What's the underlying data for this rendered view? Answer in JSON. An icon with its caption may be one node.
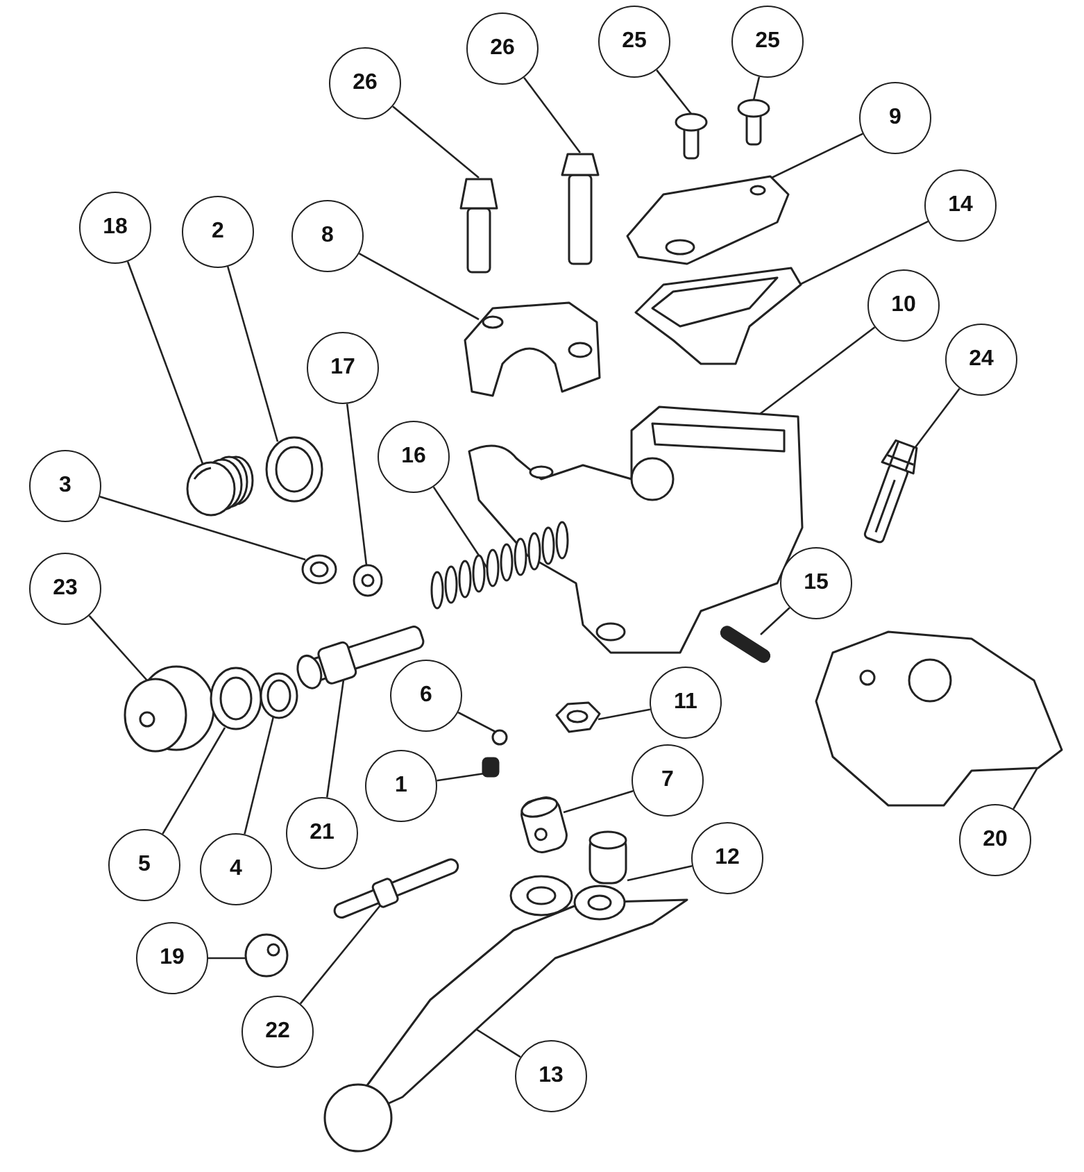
{
  "diagram": {
    "nodes": [
      {
        "text": [
          "25"
        ]
      },
      {
        "text": [],
        "shape": "picture"
      },
      {
        "text": [
          "25"
        ]
      },
      {
        "text": [],
        "shape": "picture"
      },
      {
        "text": [
          "26"
        ]
      },
      {
        "text": [],
        "shape": "picture"
      },
      {
        "text": [
          "26"
        ]
      },
      {
        "text": [],
        "shape": "picture"
      },
      {
        "text": [
          "9"
        ]
      },
      {
        "text": [],
        "shape": "picture"
      },
      {
        "text": [
          "14"
        ]
      },
      {
        "text": [],
        "shape": "picture"
      },
      {
        "text": [
          "8"
        ]
      },
      {
        "text": [],
        "shape": "picture"
      },
      {
        "text": [
          "18"
        ]
      },
      {
        "text": [],
        "shape": "picture"
      },
      {
        "text": [
          "2"
        ]
      },
      {
        "text": [],
        "shape": "picture"
      },
      {
        "text": [
          "10"
        ]
      },
      {
        "text": [],
        "shape": "picture"
      },
      {
        "text": [
          "24"
        ]
      },
      {
        "text": [],
        "shape": "picture"
      },
      {
        "text": [
          "17"
        ]
      },
      {
        "text": [],
        "shape": "picture"
      },
      {
        "text": [
          "16"
        ]
      },
      {
        "text": [],
        "shape": "picture"
      },
      {
        "text": [
          "3"
        ]
      },
      {
        "text": [],
        "shape": "picture"
      },
      {
        "text": [
          "15"
        ]
      },
      {
        "text": [],
        "shape": "bar"
      },
      {
        "text": [
          "23"
        ]
      },
      {
        "text": [],
        "shape": "picture"
      },
      {
        "text": [
          "6"
        ]
      },
      {
        "text": [],
        "shape": "circle"
      },
      {
        "text": [
          "11"
        ]
      },
      {
        "text": [],
        "shape": "picture"
      },
      {
        "text": [
          "1"
        ]
      },
      {
        "text": [],
        "shape": "box"
      },
      {
        "text": [
          "7"
        ]
      },
      {
        "text": [],
        "shape": "picture"
      },
      {
        "text": [
          "21"
        ]
      },
      {
        "text": [],
        "shape": "picture"
      },
      {
        "text": [
          "5"
        ]
      },
      {
        "text": [],
        "shape": "picture"
      },
      {
        "text": [
          "4"
        ]
      },
      {
        "text": [],
        "shape": "picture"
      },
      {
        "text": [
          "20"
        ]
      },
      {
        "text": [],
        "shape": "picture"
      },
      {
        "text": [
          "12"
        ]
      },
      {
        "text": [],
        "shape": "picture"
      },
      {
        "text": [
          "19"
        ]
      },
      {
        "text": [],
        "shape": "picture"
      },
      {
        "text": [
          "22"
        ]
      },
      {
        "text": [],
        "shape": "picture"
      },
      {
        "text": [
          "13"
        ]
      },
      {
        "text": [],
        "shape": "picture"
      }
    ],
    "edges": [
      {
        "from": 0,
        "to": 1,
        "arrow": "none"
      },
      {
        "from": 2,
        "to": 3,
        "arrow": "none"
      },
      {
        "from": 4,
        "to": 5,
        "arrow": "none"
      },
      {
        "from": 6,
        "to": 7,
        "arrow": "none"
      },
      {
        "from": 8,
        "to": 9,
        "arrow": "none"
      },
      {
        "from": 10,
        "to": 11,
        "arrow": "none"
      },
      {
        "from": 12,
        "to": 13,
        "arrow": "none"
      },
      {
        "from": 14,
        "to": 15,
        "arrow": "none"
      },
      {
        "from": 16,
        "to": 17,
        "arrow": "none"
      },
      {
        "from": 18,
        "to": 19,
        "arrow": "none"
      },
      {
        "from": 20,
        "to": 21,
        "arrow": "none"
      },
      {
        "from": 22,
        "to": 23,
        "arrow": "none"
      },
      {
        "from": 24,
        "to": 25,
        "arrow": "none"
      },
      {
        "from": 26,
        "to": 27,
        "arrow": "none"
      },
      {
        "from": 28,
        "to": 29,
        "arrow": "none"
      },
      {
        "from": 30,
        "to": 31,
        "arrow": "none"
      },
      {
        "from": 32,
        "to": 33,
        "arrow": "none"
      },
      {
        "from": 34,
        "to": 35,
        "arrow": "none"
      },
      {
        "from": 36,
        "to": 37,
        "arrow": "none"
      },
      {
        "from": 38,
        "to": 39,
        "arrow": "none"
      },
      {
        "from": 40,
        "to": 41,
        "arrow": "none"
      },
      {
        "from": 42,
        "to": 43,
        "arrow": "none"
      },
      {
        "from": 44,
        "to": 45,
        "arrow": "none"
      },
      {
        "from": 46,
        "to": 47,
        "arrow": "none"
      },
      {
        "from": 48,
        "to": 49,
        "arrow": "none"
      },
      {
        "from": 50,
        "to": 51,
        "arrow": "none"
      },
      {
        "from": 52,
        "to": 53,
        "arrow": "none"
      },
      {
        "from": 54,
        "to": 55,
        "arrow": "none"
      }
    ]
  }
}
